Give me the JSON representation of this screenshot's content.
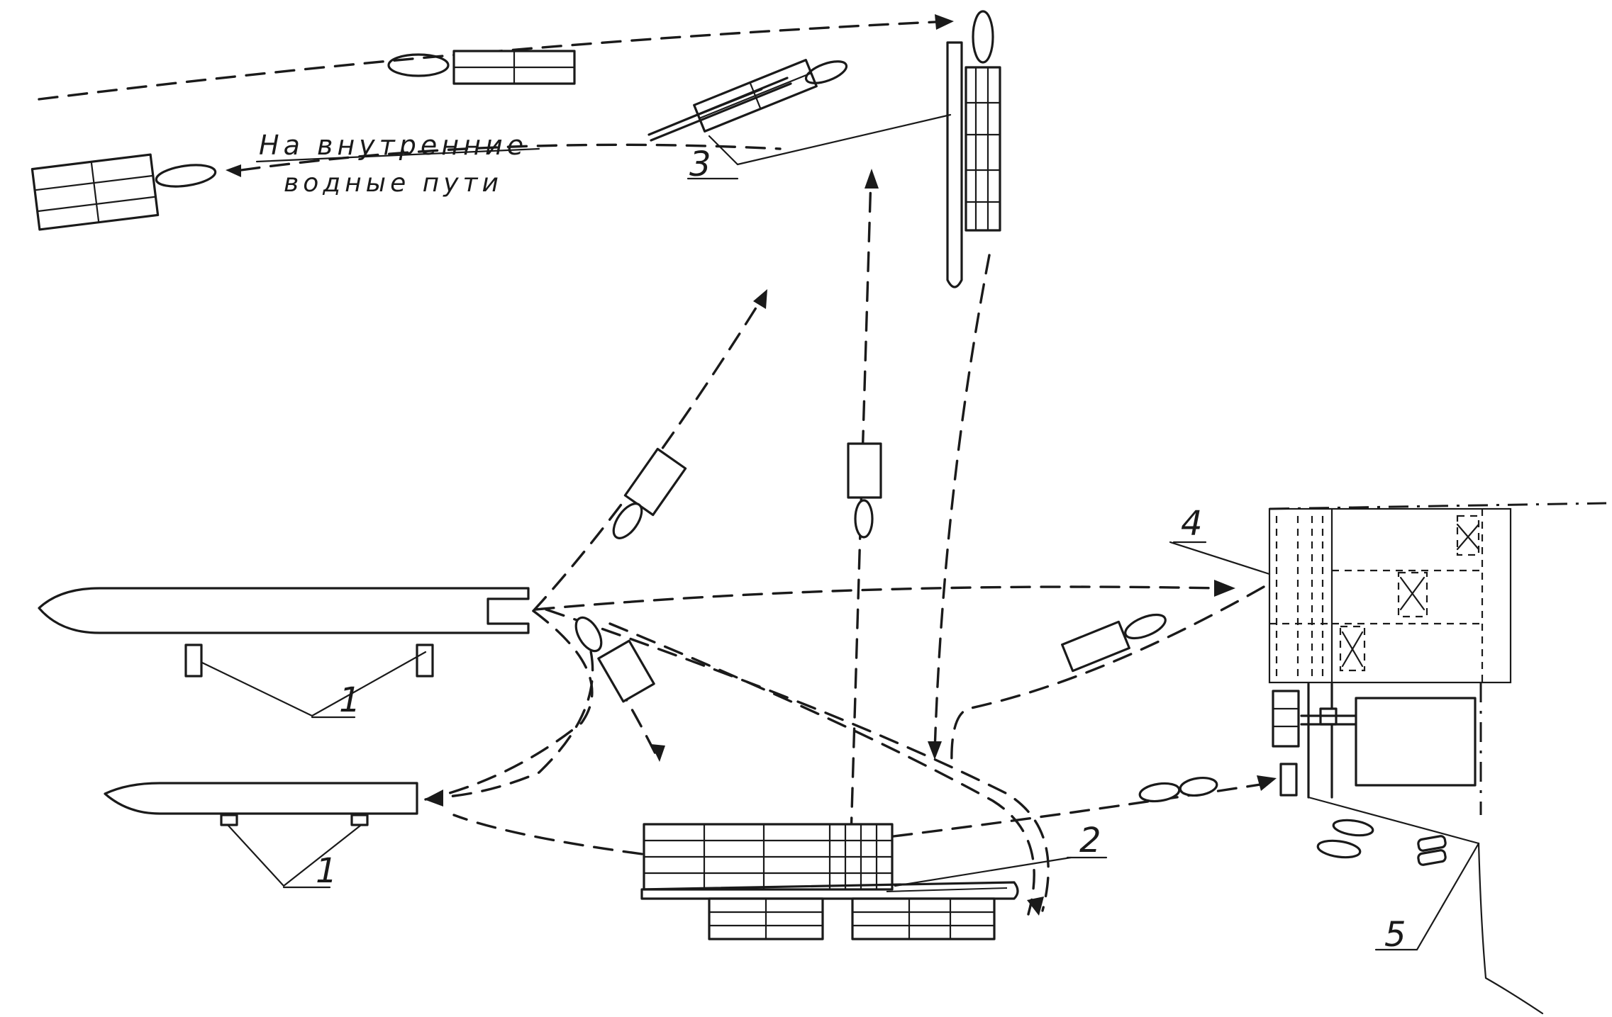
{
  "labels": {
    "line1": "На внутренние",
    "line2": "водные пути"
  },
  "callouts": {
    "n1a": "1",
    "n1b": "1",
    "n2": "2",
    "n3": "3",
    "n4": "4",
    "n5": "5"
  }
}
